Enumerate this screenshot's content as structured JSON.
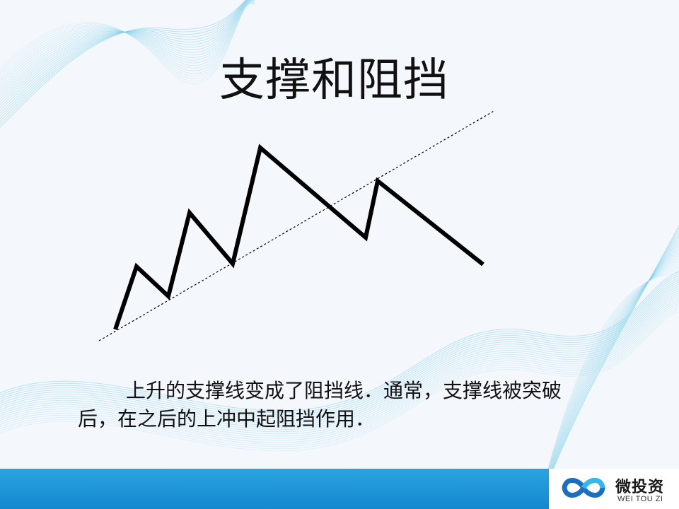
{
  "slide": {
    "title": "支撑和阻挡",
    "caption": "上升的支撑线变成了阻挡线．通常，支撑线被突破后，在之后的上冲中起阻挡作用．"
  },
  "logo": {
    "name_cn": "微投资",
    "name_en": "WEI TOU ZI"
  },
  "colors": {
    "background": "#f4f8fc",
    "wave": "#7ecfe8",
    "footer": "#1a93d8",
    "line": "#000000"
  }
}
